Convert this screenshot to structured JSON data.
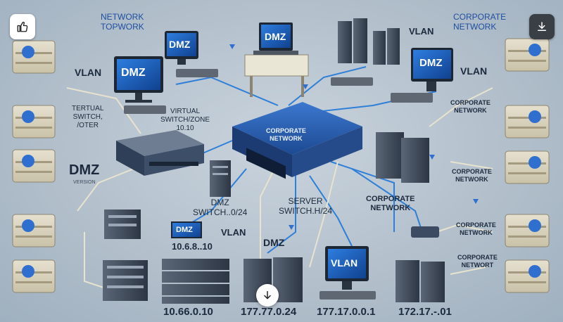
{
  "labels": {
    "network_topwork": [
      "NETWORK",
      "TOPWORK"
    ],
    "corporate_network_tr": [
      "CORPORATE",
      "NETWORK"
    ],
    "vlan_top": "VLAN",
    "vlan_left": "VLAN",
    "vlan_right": "VLAN",
    "virtual_switch_left": [
      "TERTUAL",
      "SWITCH,",
      "/OTER"
    ],
    "virtual_switch_zone": [
      "VIRTUAL",
      "SWITCH/ZONE",
      "10.10"
    ],
    "dmz_left": "DMZ",
    "dmz_left_sub": "VERSION",
    "corporate_network_switch": [
      "CORPORATE",
      "NETWORK"
    ],
    "corp_net_r1": [
      "CORPORATE",
      "NETWORK"
    ],
    "corp_net_r2": [
      "CORPORATE",
      "NETWORK"
    ],
    "corp_net_r3": [
      "CORPORATE",
      "NETWORK"
    ],
    "corp_net_r4": [
      "CORPORATE",
      "NETWORT"
    ],
    "corp_net_mid": [
      "CORPORATE",
      "NETWORK"
    ],
    "dmz_switch": [
      "DMZ",
      "SWITCH..0/24"
    ],
    "server_switch": [
      "SERVER",
      "SWITCH.H/24"
    ],
    "vlan_center": "VLAN",
    "dmz_center": "DMZ",
    "ip_left_mid": "10.6.8..10",
    "ip_bottom_1": "10.66.0.10",
    "ip_bottom_2": "177.77.0.24",
    "ip_bottom_3": "177.17.0.0.1",
    "ip_bottom_4": "172.17.-.01"
  },
  "screens": {
    "monitor_tl": "DMZ",
    "monitor_top": "DMZ",
    "laptop": "DMZ",
    "monitor_right": "DMZ",
    "small_box": "DMZ",
    "vlan_monitor": "VLAN"
  },
  "icons": {
    "like": "thumbs-up-icon",
    "download": "download-icon",
    "scroll_down": "arrow-down-icon"
  },
  "colors": {
    "accent_blue": "#2f6fd0",
    "link_line": "#2f7fd8",
    "link_line_alt": "#e8e3cf"
  }
}
